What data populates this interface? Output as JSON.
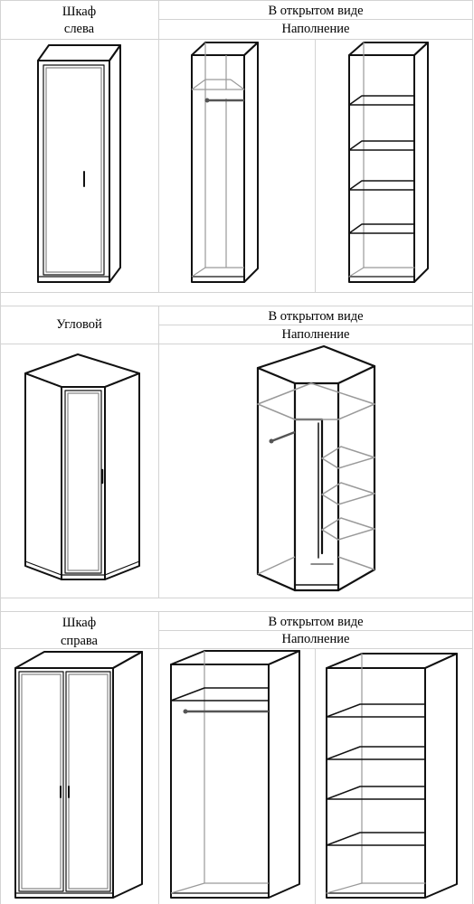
{
  "sections": [
    {
      "id": "left",
      "cabinet_label_line1": "Шкаф",
      "cabinet_label_line2": "слева",
      "open_view_label": "В открытом виде",
      "filling_label": "Наполнение"
    },
    {
      "id": "corner",
      "cabinet_label_line1": "Угловой",
      "open_view_label": "В открытом виде",
      "filling_label": "Наполнение"
    },
    {
      "id": "right",
      "cabinet_label_line1": "Шкаф",
      "cabinet_label_line2": "справа",
      "open_view_label": "В открытом виде",
      "filling_label": "Наполнение"
    }
  ],
  "illustrations": [
    "left-wardrobe-closed-icon",
    "left-wardrobe-open-hanger-icon",
    "left-wardrobe-open-shelves-icon",
    "corner-wardrobe-closed-icon",
    "corner-wardrobe-open-icon",
    "right-wardrobe-closed-icon",
    "right-wardrobe-open-hanger-icon",
    "right-wardrobe-open-shelves-icon"
  ]
}
